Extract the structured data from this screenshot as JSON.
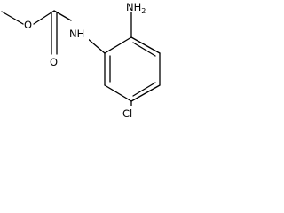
{
  "molecule": {
    "atoms": {
      "methyl_o": "O",
      "carbonyl_o": "O",
      "amide_nh": "NH",
      "amino_nh2": "NH",
      "amino_sub": "2",
      "chlorine": "Cl"
    }
  },
  "colors": {
    "bond": "#000000",
    "label": "#000000",
    "background": "#ffffff"
  }
}
